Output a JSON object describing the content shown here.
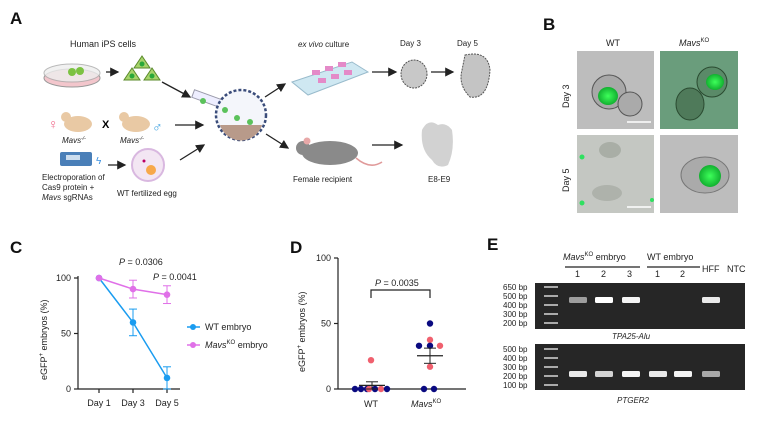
{
  "panels": {
    "a": "A",
    "b": "B",
    "c": "C",
    "d": "D",
    "e": "E"
  },
  "panel_a": {
    "ips_title": "Human iPS cells",
    "cross_symbol": "X",
    "female_symbol": "♀",
    "male_symbol": "♂",
    "mavs_left": "Mavs",
    "mavs_left_sup": "-/-",
    "mavs_right": "Mavs",
    "mavs_right_sup": "-/-",
    "electro_line1": "Electroporation of",
    "electro_line2": "Cas9 protein +",
    "electro_line3_italic": "Mavs",
    "electro_line3_rest": " sgRNAs",
    "egg_label": "WT fertilized egg",
    "culture_italic": "ex vivo",
    "culture_rest": " culture",
    "day3": "Day 3",
    "day5": "Day 5",
    "recipient": "Female recipient",
    "stage": "E8-E9"
  },
  "panel_b": {
    "col_wt": "WT",
    "col_ko": "Mavs",
    "col_ko_sup": "KO",
    "row_day3": "Day 3",
    "row_day5": "Day 5"
  },
  "panel_e": {
    "ko_group": "Mavs",
    "ko_group_sup": "KO",
    "ko_group_rest": " embryo",
    "wt_group": "WT embryo",
    "ko_lanes": [
      "1",
      "2",
      "3"
    ],
    "wt_lanes": [
      "1",
      "2"
    ],
    "hff": "HFF",
    "ntc": "NTC",
    "gel1_ladder": [
      "650 bp",
      "500 bp",
      "400 bp",
      "300 bp",
      "200 bp"
    ],
    "gel1_title": "TPA25-Alu",
    "gel1_band_intensity": [
      0.55,
      1,
      0.95,
      0,
      0,
      0.9,
      0
    ],
    "gel2_ladder": [
      "500 bp",
      "400 bp",
      "300 bp",
      "200 bp",
      "100 bp"
    ],
    "gel2_title": "PTGER2",
    "gel2_band_intensity": [
      0.9,
      0.8,
      0.95,
      0.9,
      0.95,
      0.6,
      0
    ]
  },
  "colors": {
    "wt_line": "#1a9cf0",
    "ko_line": "#e070e8",
    "navy": "#0a0a80",
    "pink": "#f0606e"
  },
  "chart_data": [
    {
      "type": "line",
      "title": "",
      "ylabel": "eGFP",
      "ylabel_sup": "+",
      "ylabel_rest": " embryos (%)",
      "categories": [
        "Day 1",
        "Day 3",
        "Day 5"
      ],
      "ylim": [
        0,
        100
      ],
      "yticks": [
        "0",
        "50",
        "100"
      ],
      "series": [
        {
          "name": "WT embryo",
          "values": [
            100,
            60,
            10
          ],
          "errors": [
            0,
            12,
            10
          ]
        },
        {
          "name_italic": "Mavs",
          "name_sup": "KO",
          "name_rest": " embryo",
          "values": [
            100,
            90,
            85
          ],
          "errors": [
            0,
            8,
            8
          ]
        }
      ],
      "annotations": [
        {
          "italic": "P",
          "text": " = 0.0306"
        },
        {
          "italic": "P",
          "text": " = 0.0041"
        }
      ],
      "legend_position": "right"
    },
    {
      "type": "scatter",
      "ylabel": "eGFP",
      "ylabel_sup": "+",
      "ylabel_rest": " embryos (%)",
      "ylim": [
        0,
        100
      ],
      "yticks": [
        "0",
        "50",
        "100"
      ],
      "groups": [
        {
          "label": "WT",
          "points": [
            {
              "y": 0,
              "c": "navy"
            },
            {
              "y": 0,
              "c": "navy"
            },
            {
              "y": 0,
              "c": "navy"
            },
            {
              "y": 0,
              "c": "pink"
            },
            {
              "y": 0,
              "c": "navy"
            },
            {
              "y": 0,
              "c": "pink"
            },
            {
              "y": 0,
              "c": "navy"
            },
            {
              "y": 22,
              "c": "pink"
            }
          ],
          "mean": 2.75,
          "sem": 2.75
        },
        {
          "label_italic": "Mavs",
          "label_sup": "KO",
          "points": [
            {
              "y": 50,
              "c": "navy"
            },
            {
              "y": 37.5,
              "c": "pink"
            },
            {
              "y": 33,
              "c": "navy"
            },
            {
              "y": 33,
              "c": "navy"
            },
            {
              "y": 33,
              "c": "pink"
            },
            {
              "y": 17,
              "c": "pink"
            },
            {
              "y": 0,
              "c": "navy"
            },
            {
              "y": 0,
              "c": "navy"
            }
          ],
          "mean": 25.4,
          "sem": 5.8
        }
      ],
      "annotation": {
        "italic": "P",
        "text": " = 0.0035"
      }
    }
  ]
}
